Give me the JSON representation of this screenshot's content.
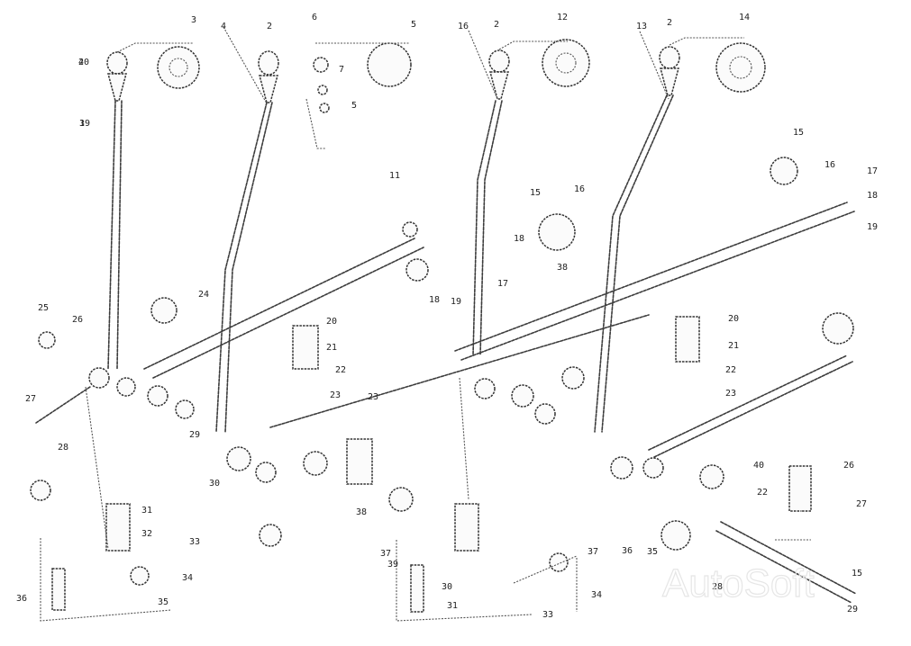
{
  "watermark": "AutoSoft",
  "callouts": [
    "1",
    "2",
    "3",
    "4",
    "2",
    "6",
    "5",
    "7",
    "5",
    "16",
    "2",
    "12",
    "13",
    "2",
    "14",
    "15",
    "16",
    "17",
    "18",
    "19",
    "11",
    "15",
    "16",
    "18",
    "17",
    "18",
    "19",
    "20",
    "21",
    "22",
    "23",
    "23",
    "20",
    "21",
    "22",
    "23",
    "24",
    "25",
    "26",
    "27",
    "28",
    "29",
    "30",
    "31",
    "32",
    "33",
    "34",
    "35",
    "36",
    "37",
    "38",
    "39",
    "40",
    "26",
    "27",
    "22",
    "28",
    "15",
    "29",
    "30",
    "31",
    "33",
    "34",
    "35",
    "36",
    "37",
    "38",
    "39",
    "40"
  ],
  "colors": {
    "ink": "#333333",
    "background": "#ffffff",
    "watermark": "#e6e6e6"
  }
}
